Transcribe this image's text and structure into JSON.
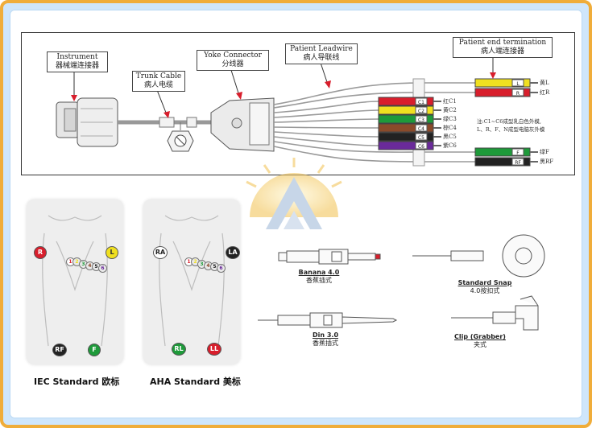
{
  "callouts": {
    "instrument": {
      "en": "Instrument",
      "cn": "器械端连接器"
    },
    "trunk_cable": {
      "en": "Trunk Cable",
      "cn": "病人电缆"
    },
    "yoke": {
      "en": "Yoke Connector",
      "cn": "分线器"
    },
    "leadwire": {
      "en": "Patient Leadwire",
      "cn": "病人导联线"
    },
    "termination": {
      "en": "Patient end termination",
      "cn": "病人端连接器"
    }
  },
  "leads": [
    {
      "id": "L",
      "label": "黄L",
      "tag": "L",
      "color": "#f0e020"
    },
    {
      "id": "R",
      "label": "红R",
      "tag": "R",
      "color": "#d81e2c"
    },
    {
      "id": "C1",
      "label": "红C1",
      "tag": "C1",
      "color": "#d81e2c"
    },
    {
      "id": "C2",
      "label": "黄C2",
      "tag": "C2",
      "color": "#f0e020"
    },
    {
      "id": "C3",
      "label": "绿C3",
      "tag": "C3",
      "color": "#1e9a3a"
    },
    {
      "id": "C4",
      "label": "棕C4",
      "tag": "C4",
      "color": "#8a4a2a"
    },
    {
      "id": "C5",
      "label": "黑C5",
      "tag": "C5",
      "color": "#222222"
    },
    {
      "id": "C6",
      "label": "紫C6",
      "tag": "C6",
      "color": "#6a2a9a"
    },
    {
      "id": "F",
      "label": "绿F",
      "tag": "F",
      "color": "#1e9a3a"
    },
    {
      "id": "RF",
      "label": "黑RF",
      "tag": "RF",
      "color": "#222222"
    }
  ],
  "note_lines": [
    "注:C1~C6成型乳白色外模,",
    "L、R、F、N成型电脑灰外模"
  ],
  "standards": {
    "iec": {
      "caption": "IEC Standard 欧标",
      "ra": "R",
      "la": "L",
      "rl": "RF",
      "ll": "F"
    },
    "aha": {
      "caption": "AHA Standard 美标",
      "ra": "RA",
      "la": "LA",
      "rl": "RL",
      "ll": "LL"
    },
    "chest_numbers": [
      "1",
      "2",
      "3",
      "4",
      "5",
      "6"
    ]
  },
  "connectors": {
    "banana": {
      "name": "Banana 4.0",
      "cn": "香蕉插式"
    },
    "din": {
      "name": "Din 3.0",
      "cn": "香蕉插式"
    },
    "snap": {
      "name": "Standard Snap",
      "cn": "4.0按扣式"
    },
    "clip": {
      "name": "Clip (Grabber)",
      "cn": "夹式"
    }
  },
  "colors": {
    "frame": "#f0ad3a",
    "frame_bg": "#cfe6fb",
    "iec_ra": "#d81e2c",
    "iec_la": "#f0e020",
    "iec_rl": "#222222",
    "iec_ll": "#1e9a3a",
    "aha_ra": "#ffffff",
    "aha_la": "#222222",
    "aha_rl": "#1e9a3a",
    "aha_ll": "#d81e2c"
  }
}
